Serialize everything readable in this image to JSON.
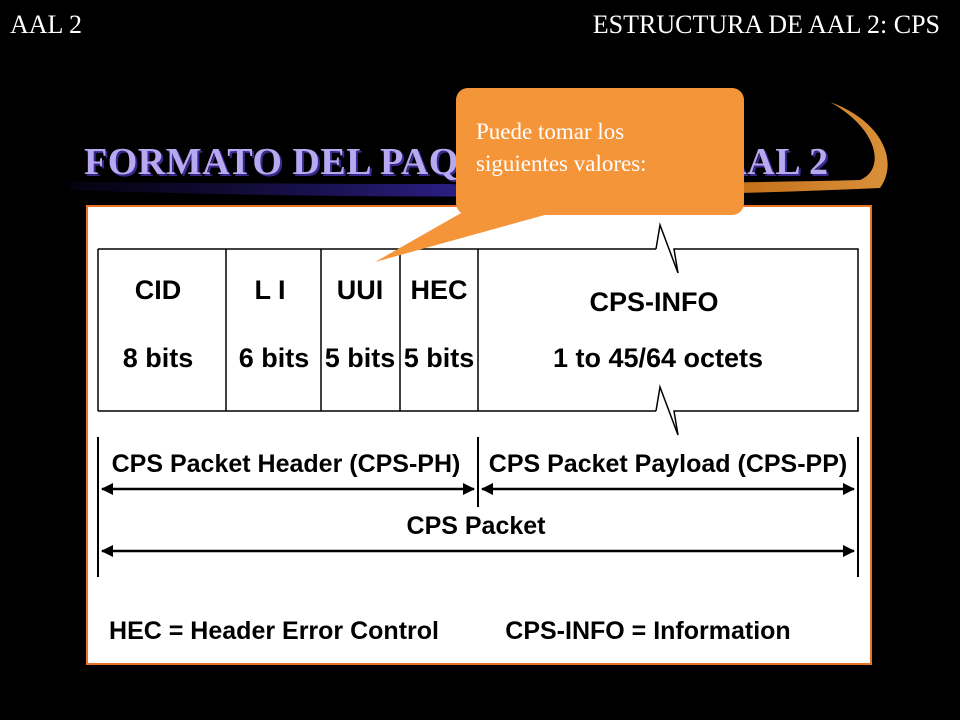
{
  "header": {
    "left_label": "AAL 2",
    "right_label": "ESTRUCTURA DE AAL 2: CPS"
  },
  "slide": {
    "title": "FORMATO DEL PAQUETE CPS DE AAL 2"
  },
  "callout": {
    "text_line1": "Puede tomar los",
    "text_line2": "siguientes valores:"
  },
  "diagram": {
    "fields": [
      {
        "name": "CID",
        "size": "8 bits"
      },
      {
        "name": "L I",
        "size": "6 bits"
      },
      {
        "name": "UUI",
        "size": "5 bits"
      },
      {
        "name": "HEC",
        "size": "5 bits"
      },
      {
        "name": "CPS-INFO",
        "size": "1 to 45/64 octets"
      }
    ],
    "header_span_label": "CPS Packet Header (CPS-PH)",
    "payload_span_label": "CPS Packet Payload (CPS-PP)",
    "packet_span_label": "CPS Packet",
    "legend_hec": "HEC = Header Error Control",
    "legend_info": "CPS-INFO = Information"
  },
  "colors": {
    "background": "#000000",
    "title": "#b8a8f0",
    "callout": "#f5953a",
    "frame_border": "#e8722a"
  }
}
